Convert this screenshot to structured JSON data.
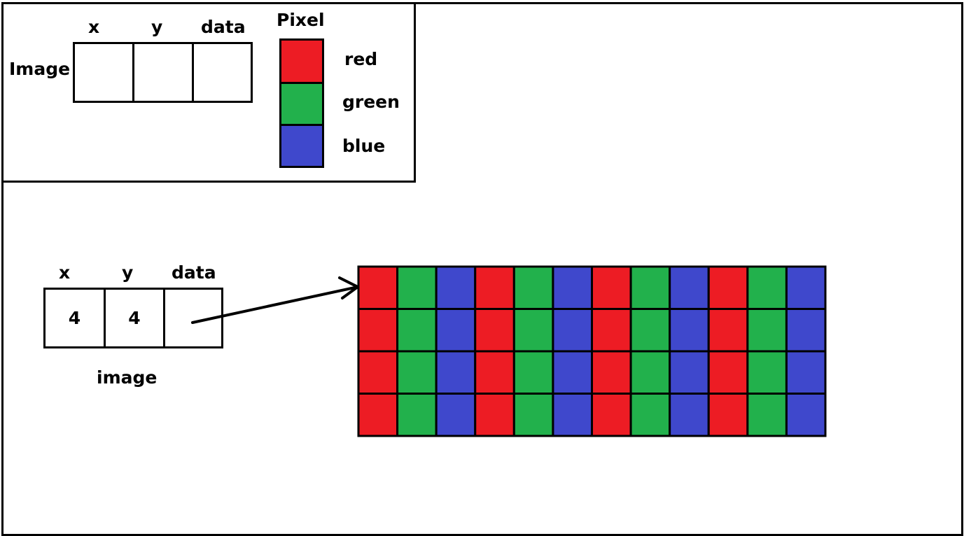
{
  "legend": {
    "struct_name": "Image",
    "fields": [
      "x",
      "y",
      "data"
    ],
    "pixel_title": "Pixel",
    "channels": [
      {
        "label": "red",
        "color": "#ed1c24"
      },
      {
        "label": "green",
        "color": "#22b14c"
      },
      {
        "label": "blue",
        "color": "#3f48cc"
      }
    ]
  },
  "instance": {
    "name": "image",
    "fields": [
      "x",
      "y",
      "data"
    ],
    "values": [
      "4",
      "4",
      ""
    ]
  },
  "pixel_grid": {
    "rows": 4,
    "cols": 12,
    "pattern": [
      "red",
      "green",
      "blue"
    ]
  }
}
